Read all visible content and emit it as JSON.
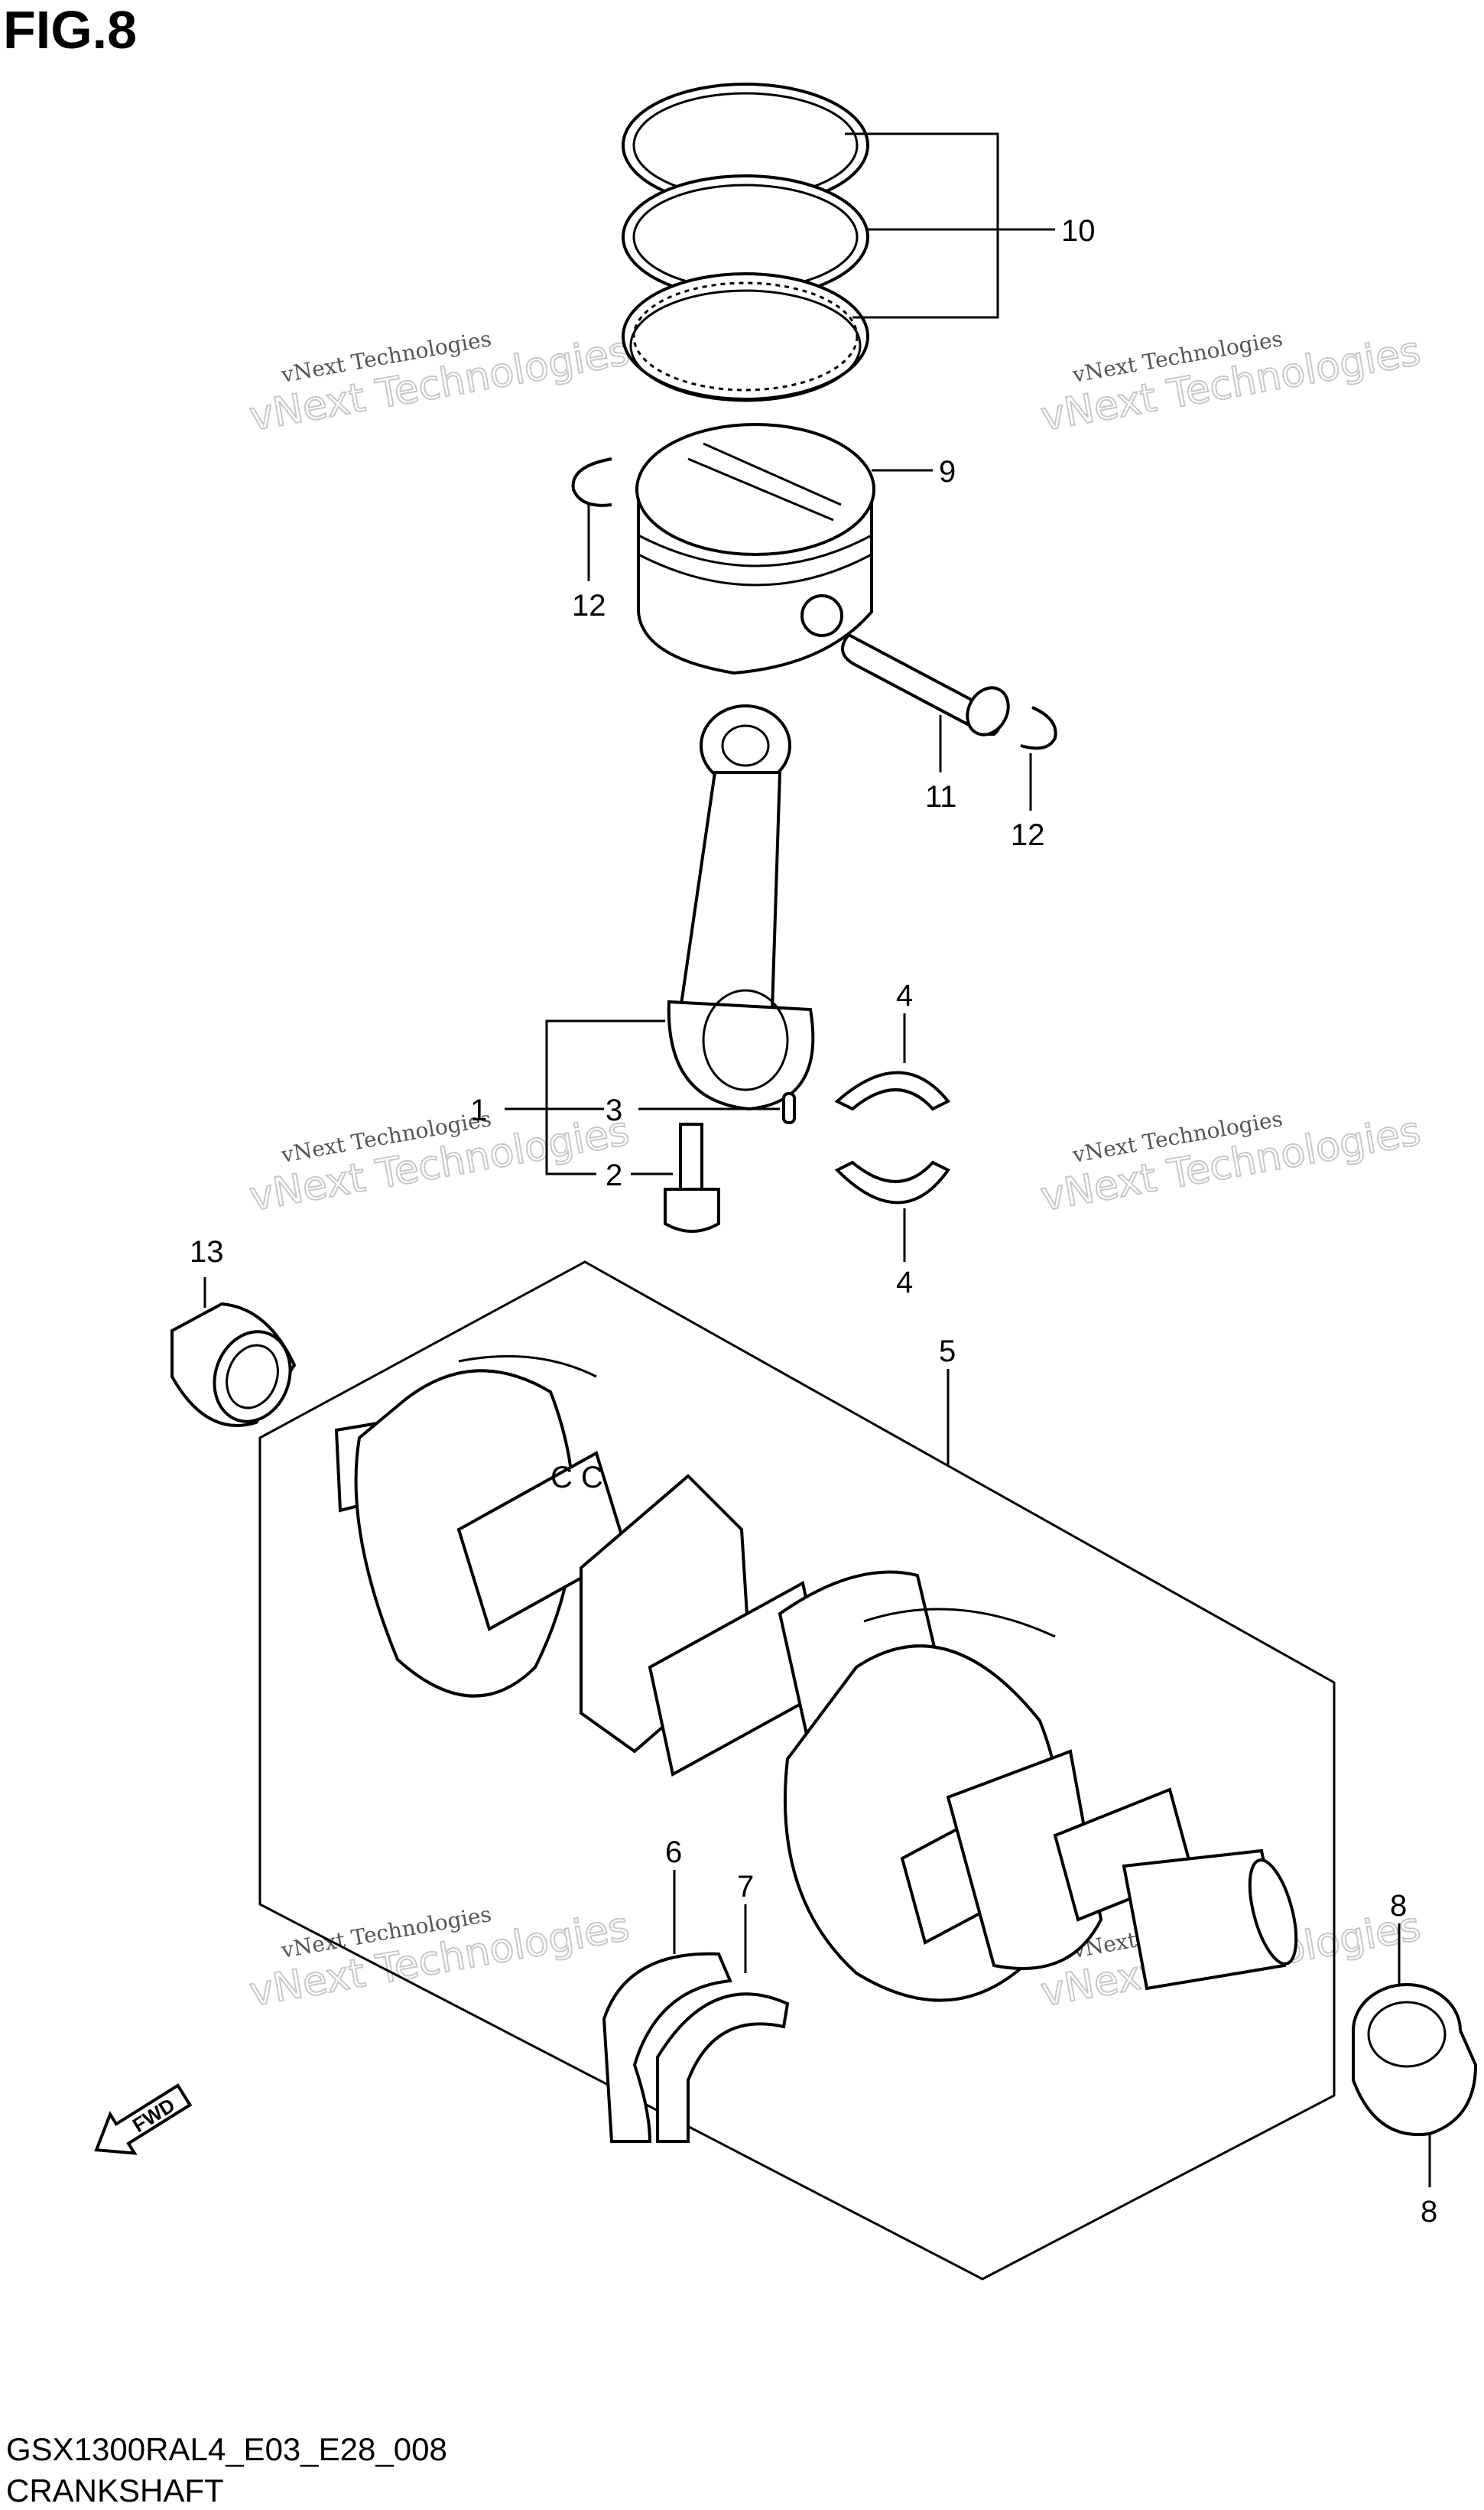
{
  "figure": {
    "title": "FIG.8",
    "code": "GSX1300RAL4_E03_E28_008",
    "caption": "CRANKSHAFT"
  },
  "watermark": {
    "line1": "vNext Technologies",
    "line2": "vNext Technologies"
  },
  "callouts": {
    "c1": "1",
    "c2": "2",
    "c3": "3",
    "c4a": "4",
    "c4b": "4",
    "c5": "5",
    "c6": "6",
    "c7": "7",
    "c8a": "8",
    "c8b": "8",
    "c9": "9",
    "c10": "10",
    "c11": "11",
    "c12a": "12",
    "c12b": "12",
    "c13": "13"
  },
  "fwd_label": "FWD"
}
